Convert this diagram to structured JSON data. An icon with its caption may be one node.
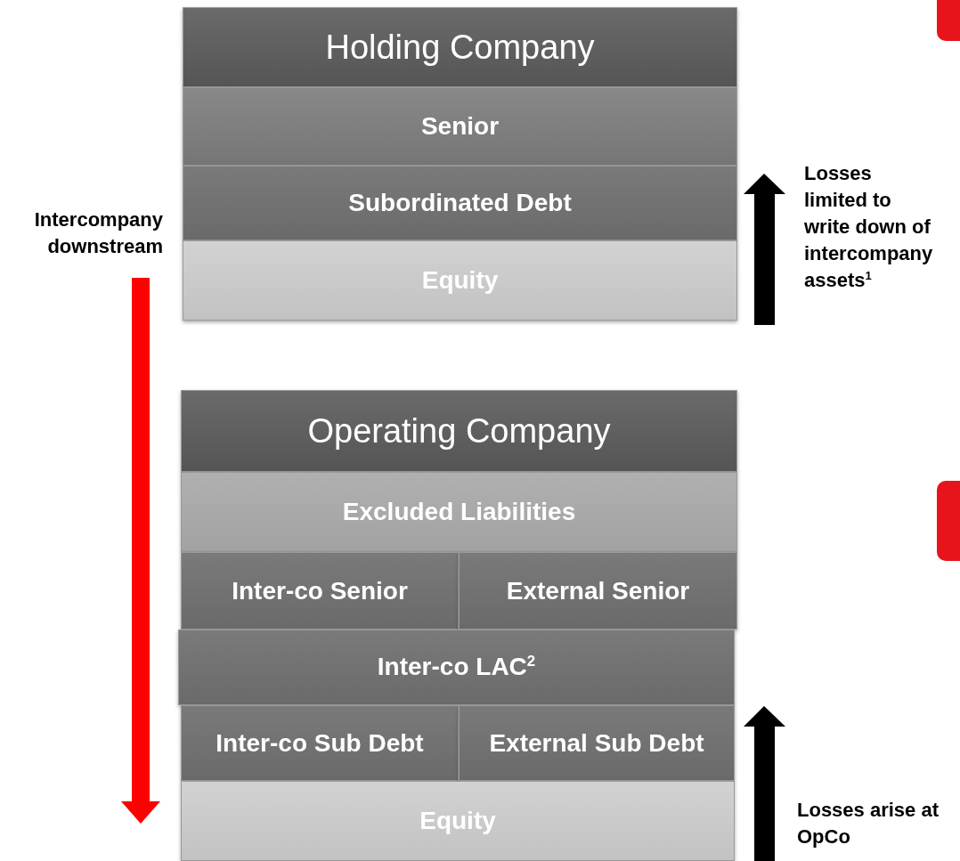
{
  "diagram": {
    "nodes": [
      {
        "text": [
          "Holding Company"
        ]
      },
      {
        "text": [
          "Senior"
        ]
      },
      {
        "text": [
          "Subordinated Debt"
        ]
      },
      {
        "text": [
          "Equity"
        ]
      },
      {
        "text": [
          "Operating Company"
        ]
      },
      {
        "text": [
          "Excluded Liabilities"
        ]
      },
      {
        "text": [
          "Inter-co Senior"
        ]
      },
      {
        "text": [
          "External Senior"
        ]
      },
      {
        "text": [
          "Inter-co LAC$^{2}$"
        ]
      },
      {
        "text": [
          "Inter-co Sub Debt"
        ]
      },
      {
        "text": [
          "External Sub Debt"
        ]
      },
      {
        "text": [
          "Equity"
        ]
      },
      {
        "text": [],
        "shape": "box"
      },
      {
        "text": [],
        "shape": "box"
      }
    ],
    "labels": [
      "Intercompany downstream",
      "Losses limited to write down of intercompany assets$^{1}$",
      "Losses arise at OpCo"
    ]
  }
}
